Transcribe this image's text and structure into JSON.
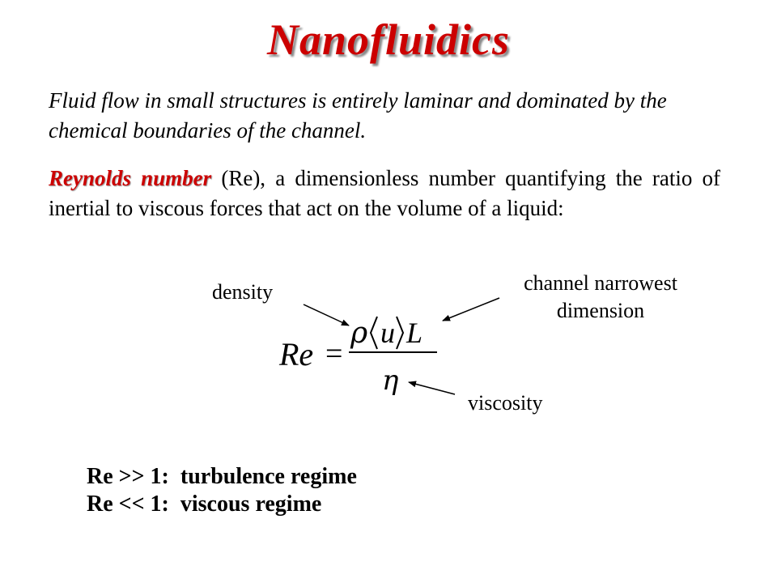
{
  "slide": {
    "title": "Nanofluidics",
    "intro": "Fluid flow in small structures is entirely laminar and dominated by the chemical boundaries  of the channel.",
    "reynolds_term": "Reynolds number",
    "reynolds_text": " (Re), a dimensionless number quantifying the ratio of inertial to viscous forces that act on the volume of a liquid:"
  },
  "formula": {
    "lhs": "Re",
    "equals": "=",
    "numerator_rho": "ρ",
    "numerator_u": "u",
    "numerator_L": "L",
    "denominator": "η"
  },
  "labels": {
    "density": "density",
    "channel_line1": "channel narrowest",
    "channel_line2": "dimension",
    "viscosity": "viscosity"
  },
  "regimes": {
    "high": "Re >> 1:  turbulence regime",
    "low": "Re << 1:  viscous regime"
  },
  "colors": {
    "accent": "#cc0000"
  }
}
